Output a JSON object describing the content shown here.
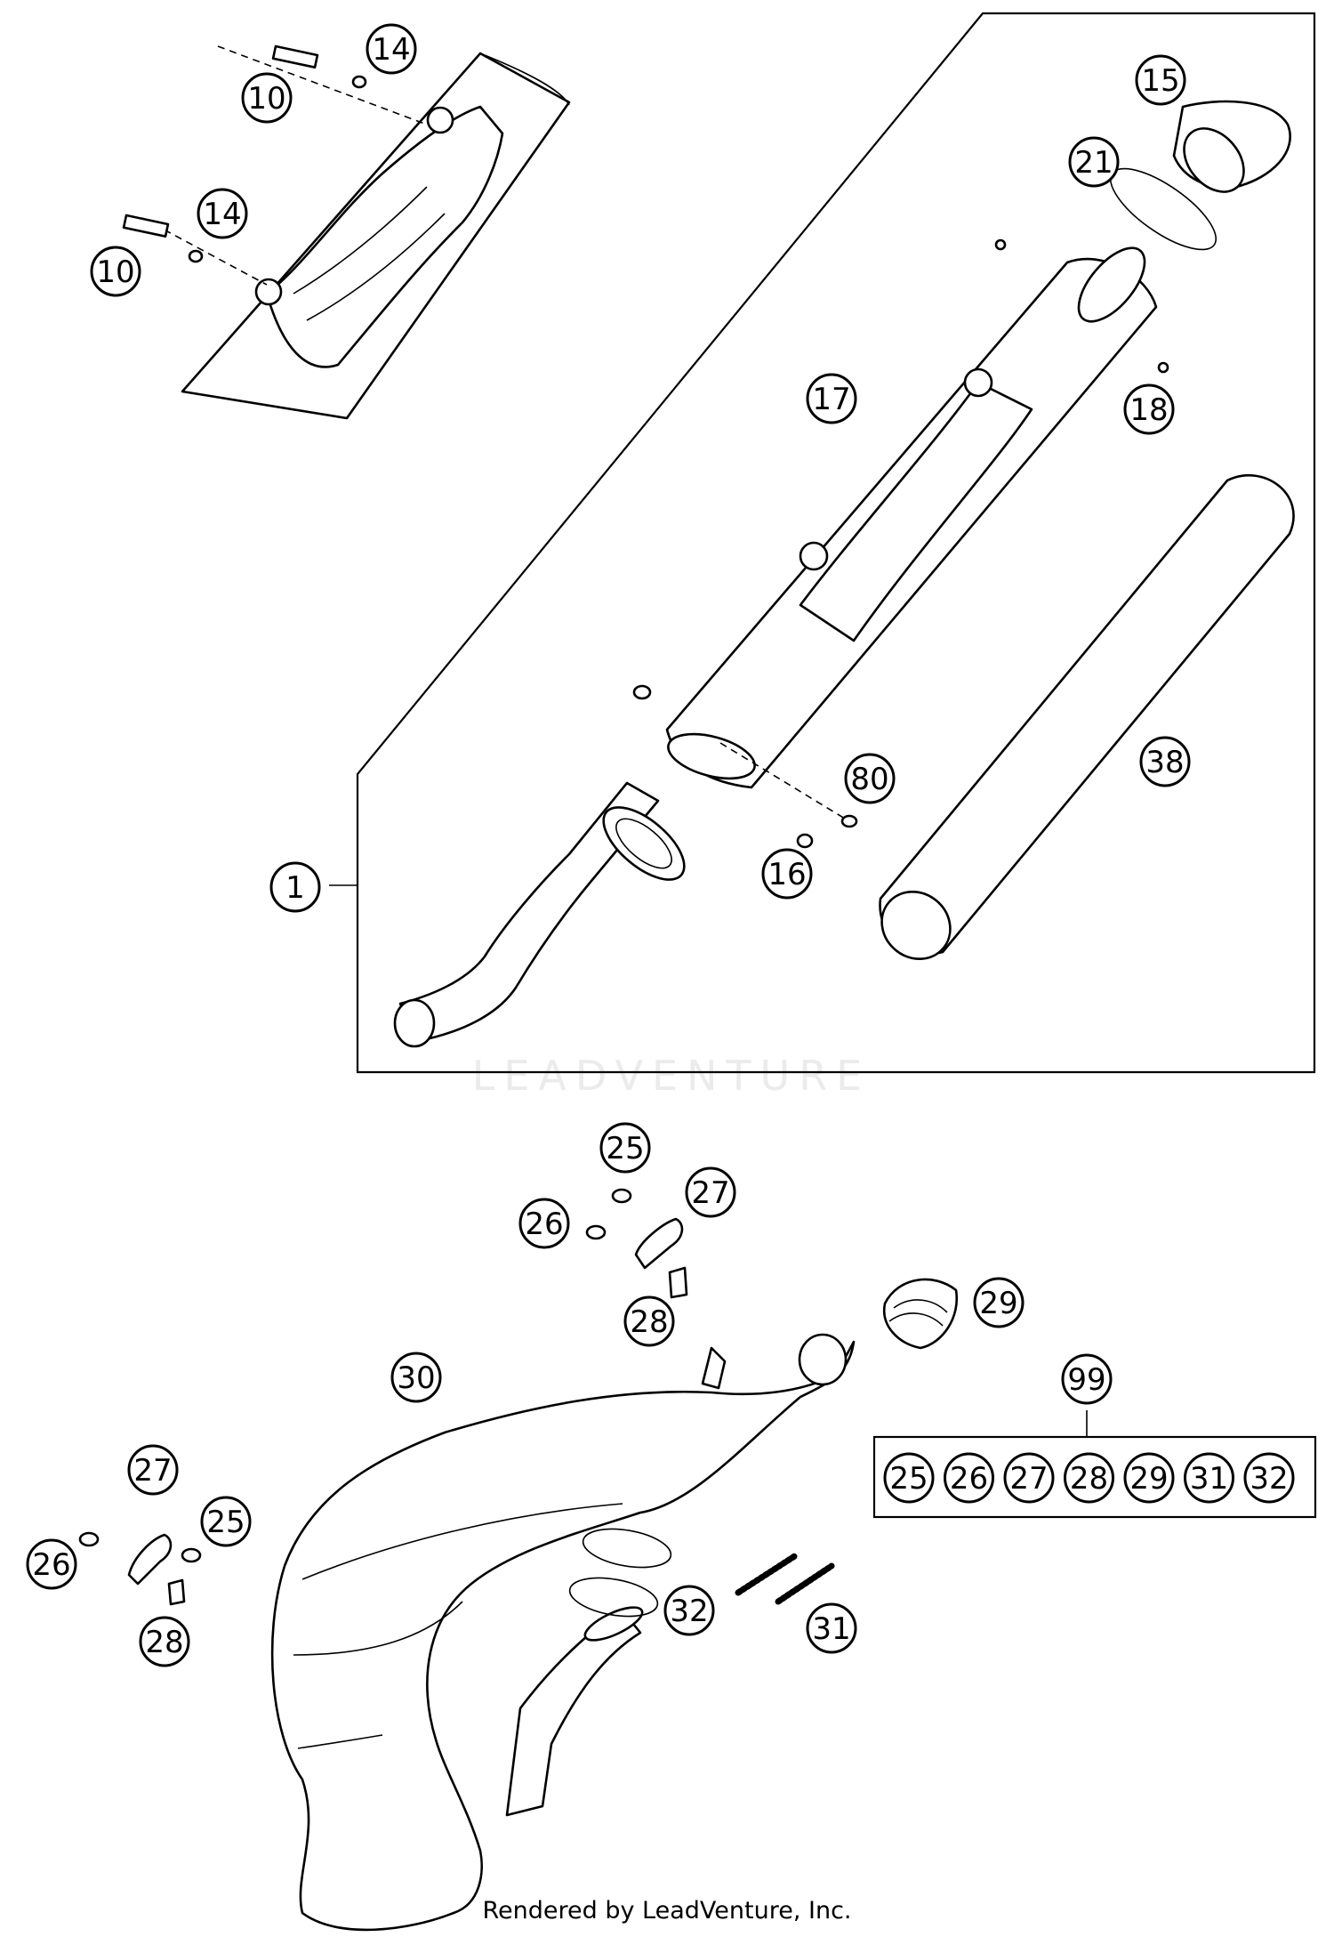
{
  "diagram": {
    "callouts": [
      {
        "label": "10"
      },
      {
        "label": "14"
      },
      {
        "label": "10"
      },
      {
        "label": "14"
      },
      {
        "label": "15"
      },
      {
        "label": "21"
      },
      {
        "label": "17"
      },
      {
        "label": "18"
      },
      {
        "label": "38"
      },
      {
        "label": "80"
      },
      {
        "label": "16"
      },
      {
        "label": "1"
      },
      {
        "label": "25"
      },
      {
        "label": "27"
      },
      {
        "label": "26"
      },
      {
        "label": "28"
      },
      {
        "label": "29"
      },
      {
        "label": "30"
      },
      {
        "label": "99"
      },
      {
        "label": "27"
      },
      {
        "label": "25"
      },
      {
        "label": "26"
      },
      {
        "label": "28"
      },
      {
        "label": "32"
      },
      {
        "label": "31"
      }
    ],
    "kit_items": [
      "25",
      "26",
      "27",
      "28",
      "29",
      "31",
      "32"
    ],
    "watermark": "LEADVENTURE",
    "footer": "Rendered by LeadVenture, Inc."
  }
}
